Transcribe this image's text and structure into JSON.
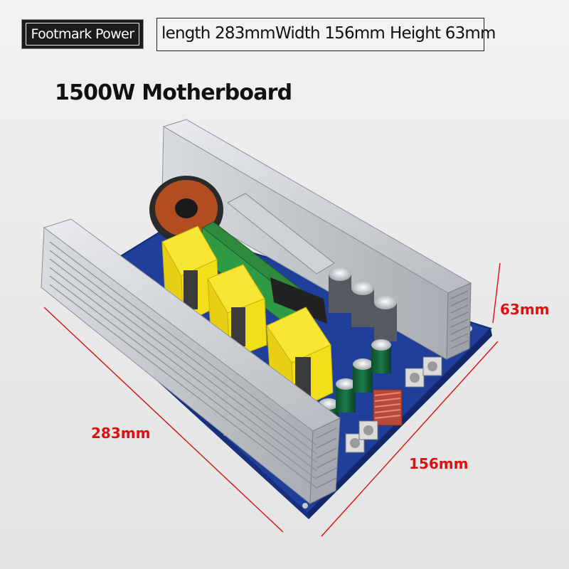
{
  "header": {
    "brand": "Footmark Power",
    "length": "length 283mm",
    "width": "Width 156mm",
    "height": "Height 63mm"
  },
  "product_title": "1500W Motherboard",
  "measurements": {
    "length_label": "283mm",
    "width_label": "156mm",
    "height_label": "63mm"
  },
  "colors": {
    "pcb": "#1f3f9a",
    "heatsink": "#c9ccd0",
    "transformer": "#f2df1a",
    "dimension_line": "#d11111"
  }
}
